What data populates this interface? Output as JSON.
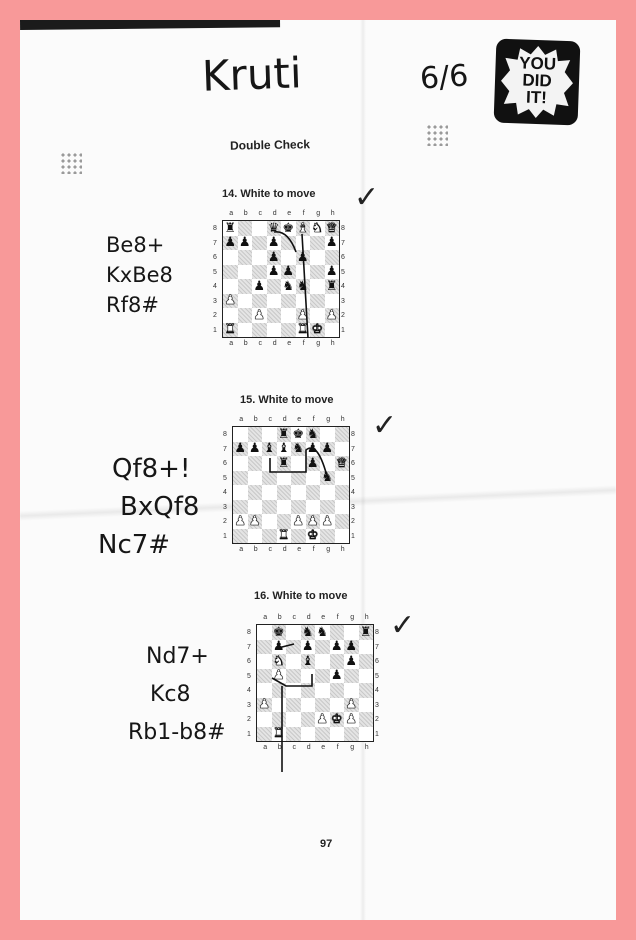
{
  "page": {
    "student_name": "Kruti",
    "score": "6/6",
    "badge": {
      "line1": "YOU",
      "line2": "DID",
      "line3": "IT!"
    },
    "section_title": "Double Check",
    "page_number": "97"
  },
  "board_labels": {
    "files": [
      "a",
      "b",
      "c",
      "d",
      "e",
      "f",
      "g",
      "h"
    ],
    "ranks": [
      "8",
      "7",
      "6",
      "5",
      "4",
      "3",
      "2",
      "1"
    ]
  },
  "puzzles": [
    {
      "title": "14. White to move",
      "check_mark": "✓",
      "moves": [
        "Be8+",
        "KxBe8",
        "Rf8#"
      ],
      "position": [
        "r..qkBNQ",
        "pp.p...p",
        "...p.p..",
        "...pp..p",
        "..p.nn.r",
        "P.......",
        "..P..P.P",
        "R....RK."
      ]
    },
    {
      "title": "15. White to move",
      "check_mark": "✓",
      "moves": [
        "Qf8+!",
        "BxQf8",
        "Nc7#"
      ],
      "position": [
        "...rkn..",
        "ppbbnpp.",
        "...r.p.Q",
        "......n.",
        "........",
        "........",
        "PP..PPP.",
        "...R.K.."
      ]
    },
    {
      "title": "16. White to move",
      "check_mark": "✓",
      "moves": [
        "Nd7+",
        "Kc8",
        "Rb1-b8#"
      ],
      "position": [
        ".k.nn..r",
        ".p.p.pp.",
        ".N.b..p.",
        ".P...p..",
        "........",
        "P.....P.",
        "....PKP.",
        ".R......"
      ]
    }
  ]
}
